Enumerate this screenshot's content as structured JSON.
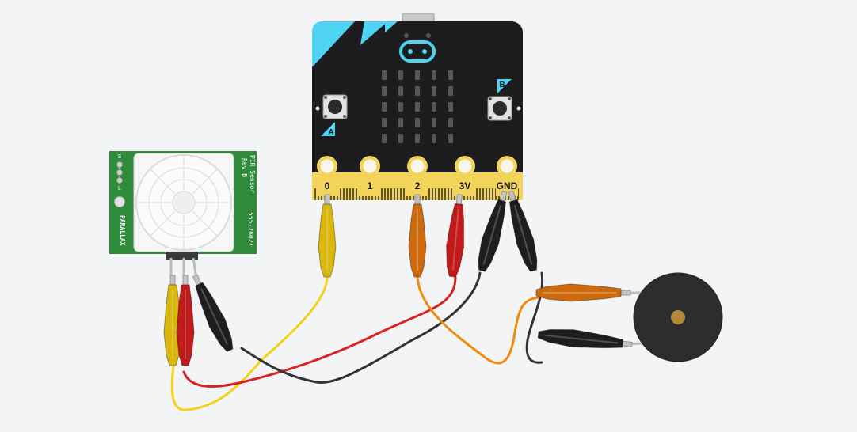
{
  "microbit": {
    "pins": [
      "0",
      "1",
      "2",
      "3V",
      "GND"
    ],
    "button_a": "A",
    "button_b": "B"
  },
  "pir": {
    "pin_labels": [
      "S",
      "+",
      "-",
      "L"
    ],
    "title_line1": "PIR Sensor",
    "title_line2": "Rev B",
    "brand": "PARALLAX",
    "part_number": "555-28027"
  },
  "colors": {
    "board": "#1d1d1f",
    "accent": "#4fd3f2",
    "pin_gold": "#f2d45a",
    "pcb_green": "#2f8a3c",
    "wire_yellow": "#f2d21a",
    "wire_red": "#d92222",
    "wire_black": "#333333",
    "wire_orange": "#f08a0c",
    "buzzer": "#2d2d2d"
  }
}
